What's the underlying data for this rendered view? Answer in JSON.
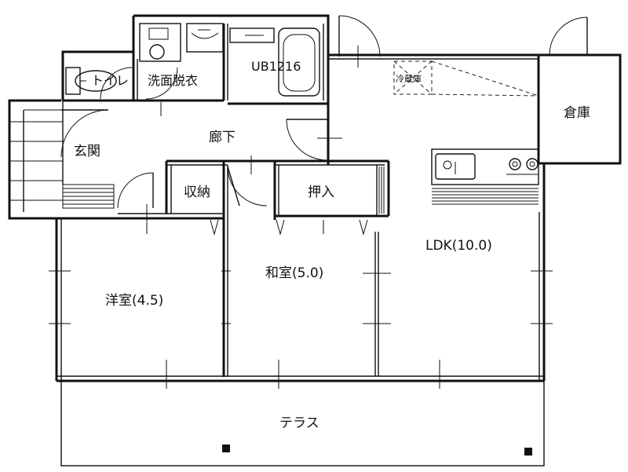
{
  "rooms": {
    "toilet": "トイレ",
    "washroom": "洗面脱衣",
    "bath": "UB1216",
    "fridge": "冷蔵庫",
    "storage": "倉庫",
    "hallway": "廊下",
    "entrance": "玄関",
    "closet": "収納",
    "oshiire": "押入",
    "ldk": "LDK(10.0)",
    "washitsu": "和室(5.0)",
    "youshitsu": "洋室(4.5)",
    "terrace": "テラス"
  }
}
